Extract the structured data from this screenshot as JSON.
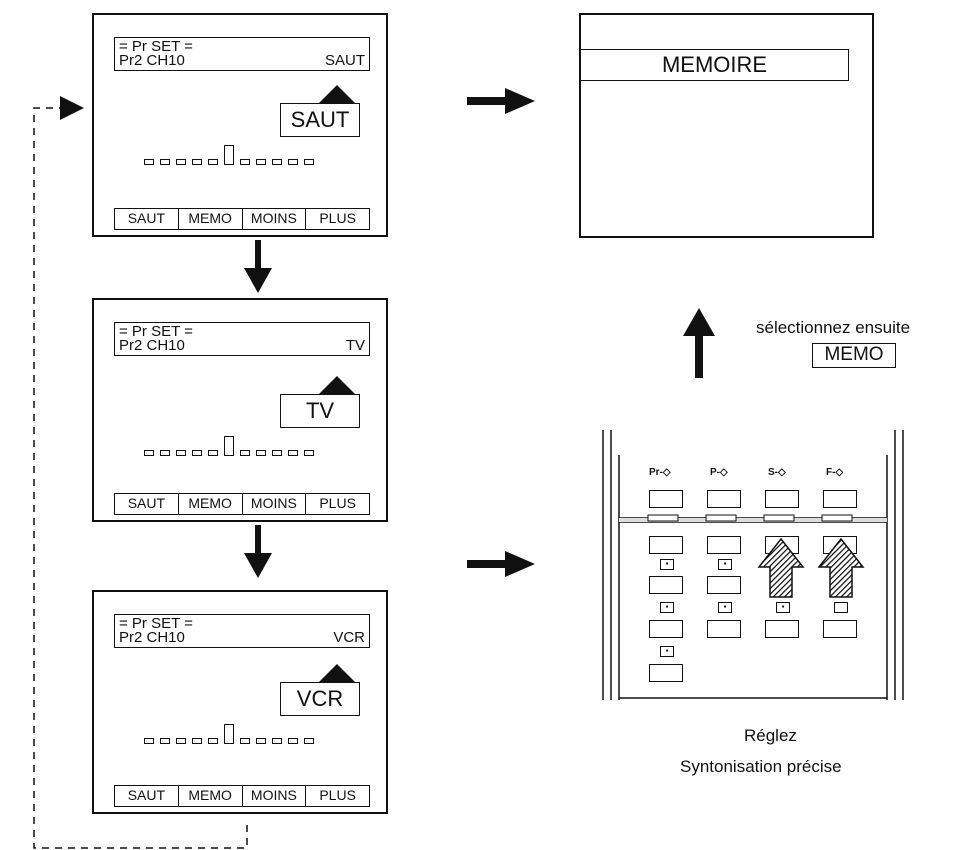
{
  "screens": [
    {
      "header_line1": "= Pr SET =",
      "program": "Pr2 CH10",
      "mode": "SAUT",
      "label": "SAUT"
    },
    {
      "header_line1": "= Pr SET =",
      "program": "Pr2 CH10",
      "mode": "TV",
      "label": "TV"
    },
    {
      "header_line1": "= Pr SET =",
      "program": "Pr2 CH10",
      "mode": "VCR",
      "label": "VCR"
    }
  ],
  "menu": [
    "SAUT",
    "MEMO",
    "MOINS",
    "PLUS"
  ],
  "result_screen": {
    "label": "MEMOIRE"
  },
  "instruction": {
    "text": "sélectionnez ensuite",
    "button": "MEMO"
  },
  "remote": {
    "top_labels": [
      "Pr-◇",
      "P-◇",
      "S-◇",
      "F-◇"
    ]
  },
  "caption": {
    "line1": "Réglez",
    "line2": "Syntonisation précise"
  }
}
